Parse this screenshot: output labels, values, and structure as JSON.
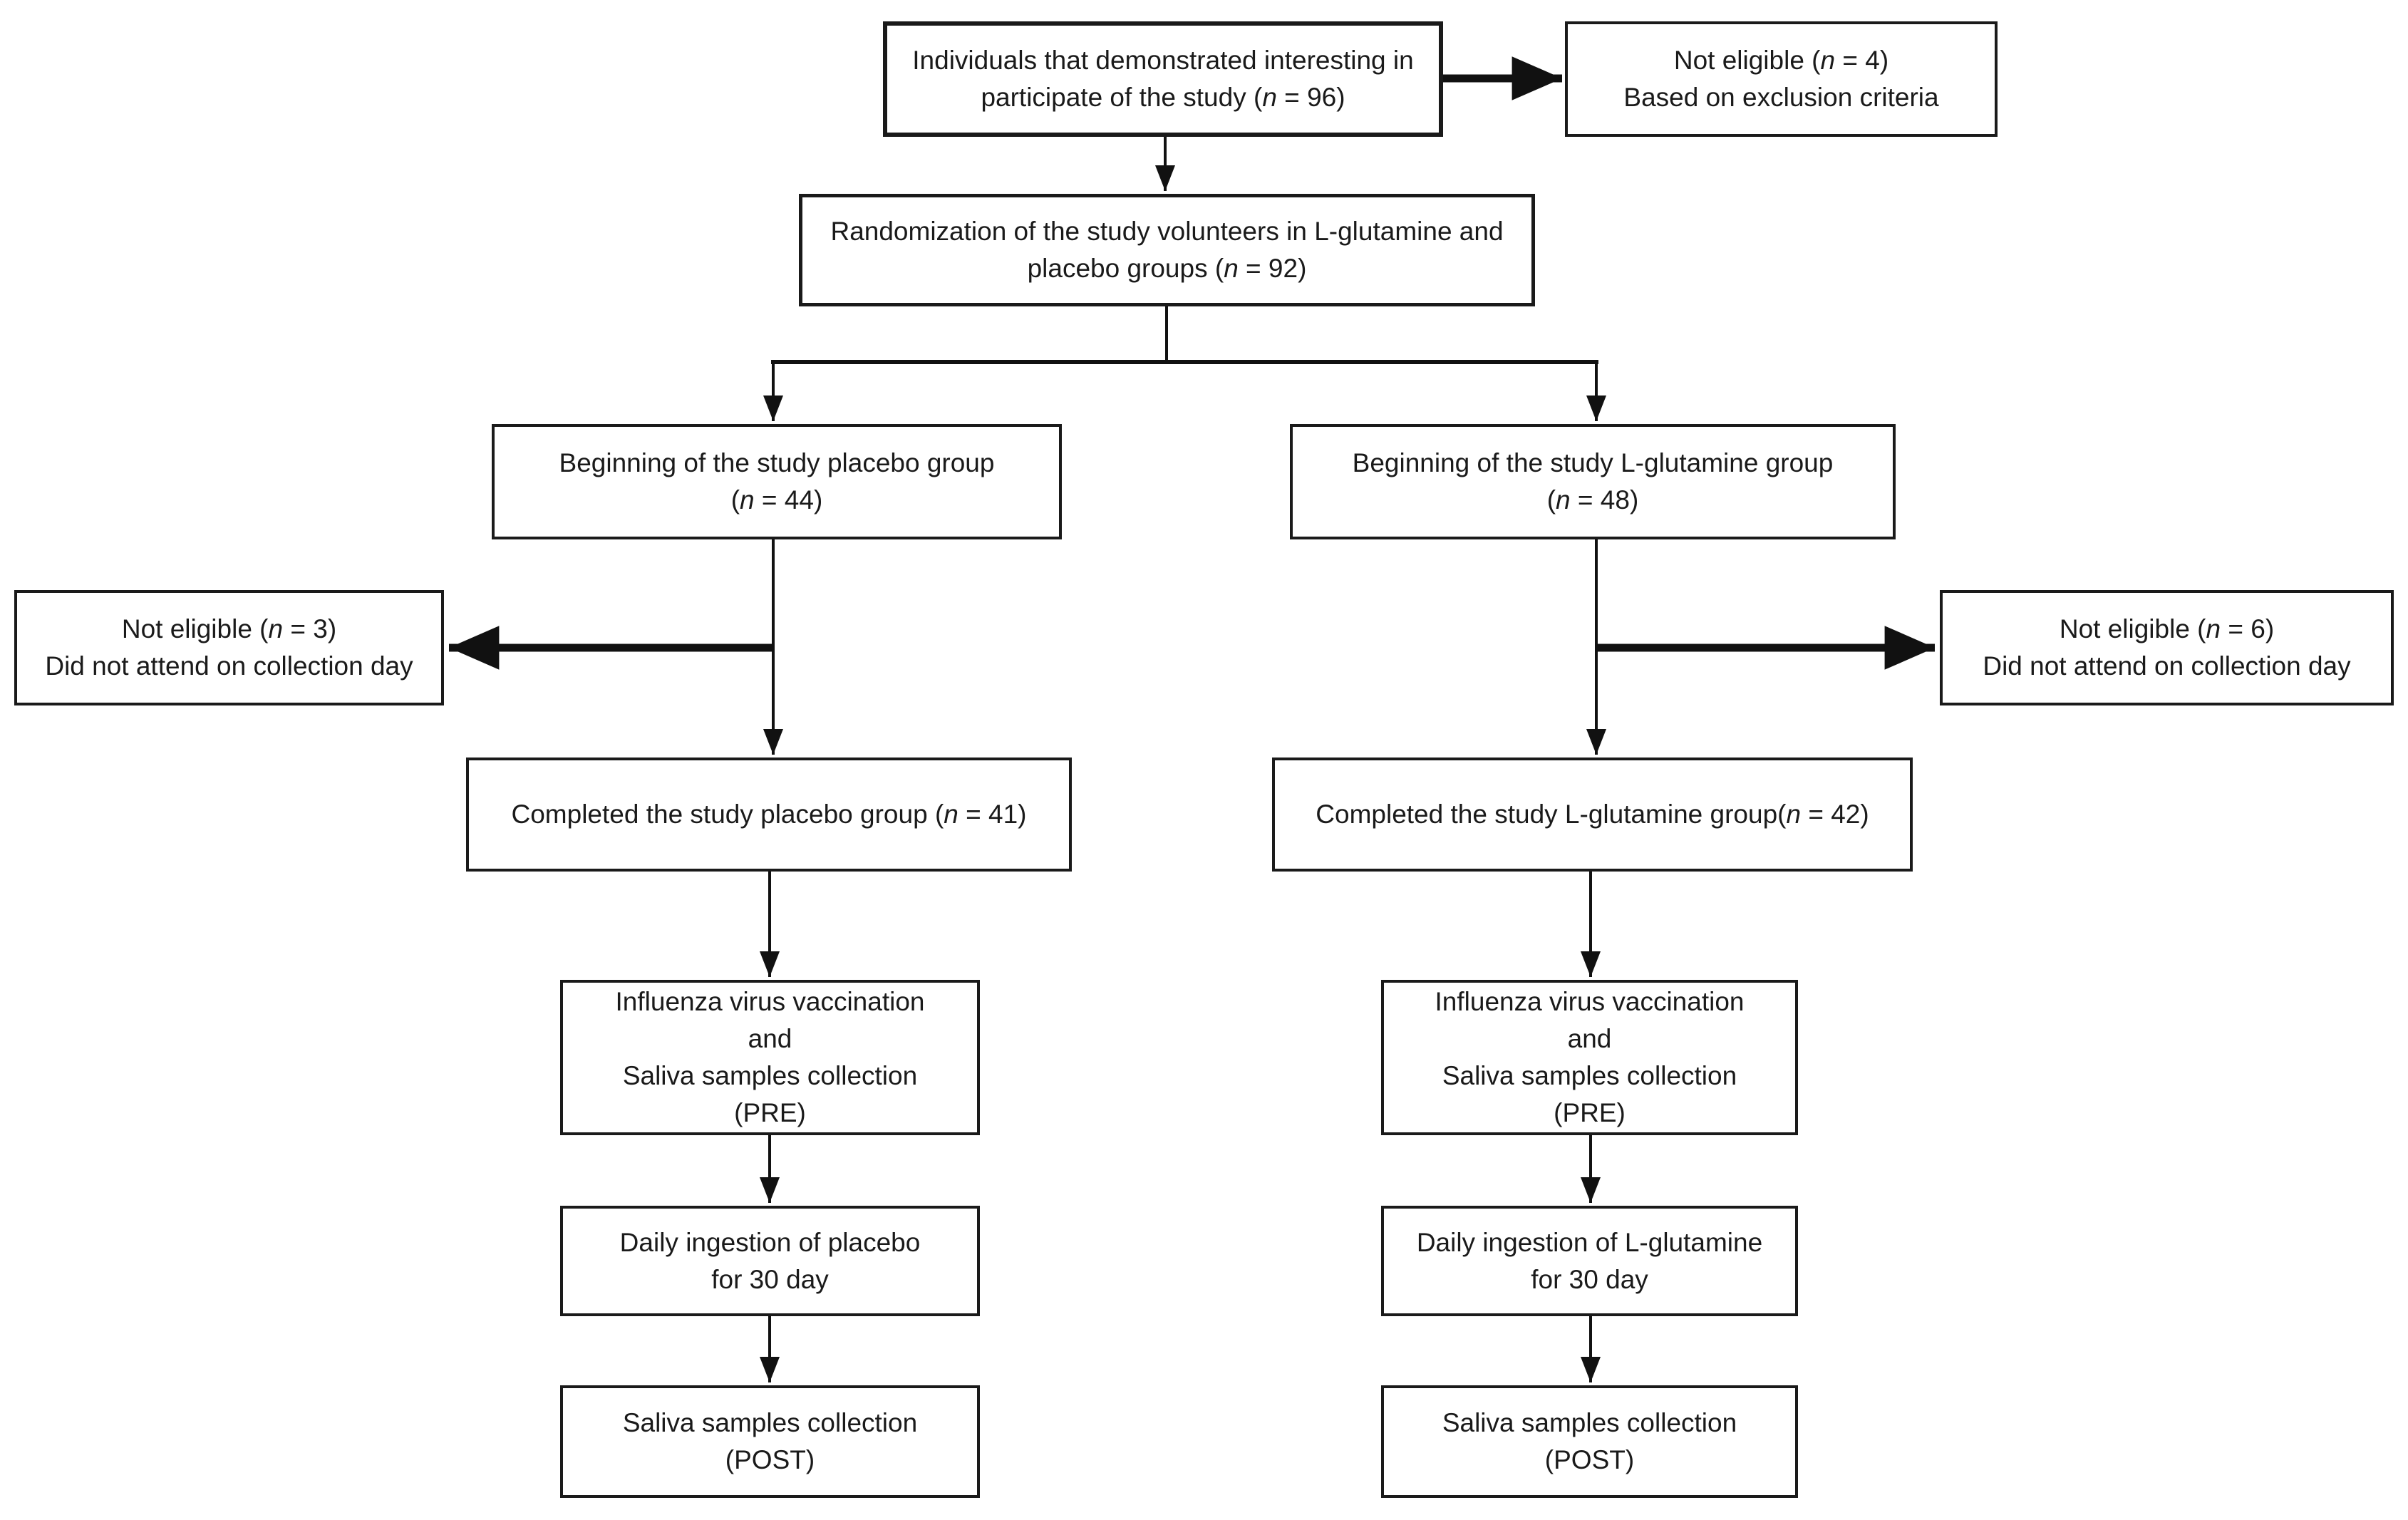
{
  "boxes": {
    "interest": {
      "lines": [
        "Individuals that demonstrated interesting in",
        "participate of the study (n = 96)"
      ]
    },
    "not_eligible_top": {
      "lines": [
        "Not eligible (n = 4)",
        "Based on exclusion criteria"
      ]
    },
    "randomization": {
      "lines": [
        "Randomization of the study volunteers in L-glutamine and",
        "placebo groups (n = 92)"
      ]
    },
    "begin_placebo": {
      "lines": [
        "Beginning of the study placebo group",
        "(n = 44)"
      ]
    },
    "begin_glutamine": {
      "lines": [
        "Beginning of the study L-glutamine group",
        "(n = 48)"
      ]
    },
    "not_eligible_placebo": {
      "lines": [
        "Not eligible (n = 3)",
        "Did not attend on collection day"
      ]
    },
    "not_eligible_glutamine": {
      "lines": [
        "Not eligible (n = 6)",
        "Did not attend on collection day"
      ]
    },
    "completed_placebo": {
      "lines": [
        "Completed the study placebo group (n = 41)"
      ]
    },
    "completed_glutamine": {
      "lines": [
        "Completed the study L-glutamine group(n = 42)"
      ]
    },
    "vaccination_placebo": {
      "lines": [
        "Influenza virus vaccination",
        "and",
        "Saliva samples collection",
        "(PRE)"
      ]
    },
    "vaccination_glutamine": {
      "lines": [
        "Influenza virus vaccination",
        "and",
        "Saliva samples collection",
        "(PRE)"
      ]
    },
    "ingestion_placebo": {
      "lines": [
        "Daily ingestion of placebo",
        "for 30 day"
      ]
    },
    "ingestion_glutamine": {
      "lines": [
        "Daily ingestion of L-glutamine",
        "for 30 day"
      ]
    },
    "post_placebo": {
      "lines": [
        "Saliva samples collection",
        "(POST)"
      ]
    },
    "post_glutamine": {
      "lines": [
        "Saliva samples collection",
        "(POST)"
      ]
    }
  },
  "colors": {
    "background": "#ffffff",
    "box_border": "#1a1a1a",
    "text": "#1a1a1a",
    "connector": "#111111"
  }
}
